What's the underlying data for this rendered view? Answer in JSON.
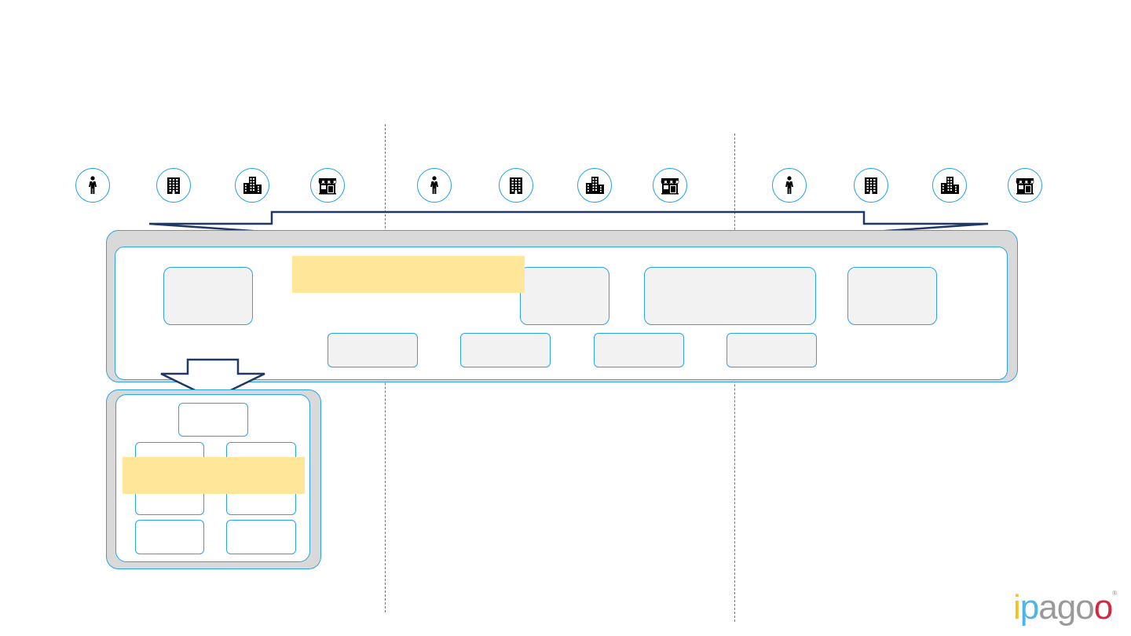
{
  "diagram": {
    "segments": [
      {
        "icons": [
          "person-icon",
          "office-building-icon",
          "city-buildings-icon",
          "shop-icon"
        ]
      },
      {
        "icons": [
          "person-icon",
          "office-building-icon",
          "city-buildings-icon",
          "shop-icon"
        ]
      },
      {
        "icons": [
          "person-icon",
          "office-building-icon",
          "city-buildings-icon",
          "shop-icon"
        ]
      }
    ],
    "colors": {
      "accent": "#29a4e6",
      "panel": "#d9d9d9",
      "module": "#f2f2f2",
      "highlight": "#ffe699",
      "connector": "#1f3864",
      "divider": "#777777"
    }
  },
  "logo": {
    "letters": [
      {
        "char": "i",
        "color": "#f6c21a"
      },
      {
        "char": "p",
        "color": "#4cb6e8"
      },
      {
        "char": "a",
        "color": "#9a9a9a"
      },
      {
        "char": "g",
        "color": "#9a9a9a"
      },
      {
        "char": "o",
        "color": "#9a9a9a"
      },
      {
        "char": "o",
        "color": "#d7263d"
      }
    ],
    "registered_mark": "®"
  }
}
